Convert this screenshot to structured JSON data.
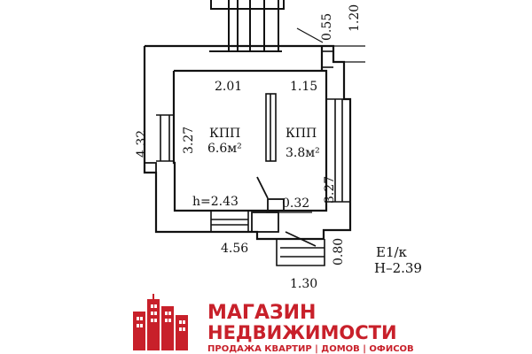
{
  "plan": {
    "rooms": [
      {
        "name": "КПП",
        "area": "6.6м²"
      },
      {
        "name": "КПП",
        "area": "3.8м²"
      }
    ],
    "dimensions": {
      "top_inner_width": "2.01",
      "right_room_top": "1.15",
      "left_inner_height": "3.27",
      "left_outer_height": "4.32",
      "right_inner_height": "3.27",
      "bottom_outer_width": "4.56",
      "small_gap": "0.32",
      "ceiling_height": "h=2.43",
      "porch_top": "0.55",
      "porch_top_extent": "1.20",
      "porch_bottom_depth": "0.80",
      "porch_bottom_width": "1.30"
    },
    "marker": {
      "code": "E1/к",
      "height": "Н–2.39"
    }
  },
  "brand": {
    "line1": "МАГАЗИН",
    "line2": "НЕДВИЖИМОСТИ",
    "tagline": "ПРОДАЖА КВАРТИР | ДОМОВ | ОФИСОВ",
    "color": "#c8202a"
  }
}
